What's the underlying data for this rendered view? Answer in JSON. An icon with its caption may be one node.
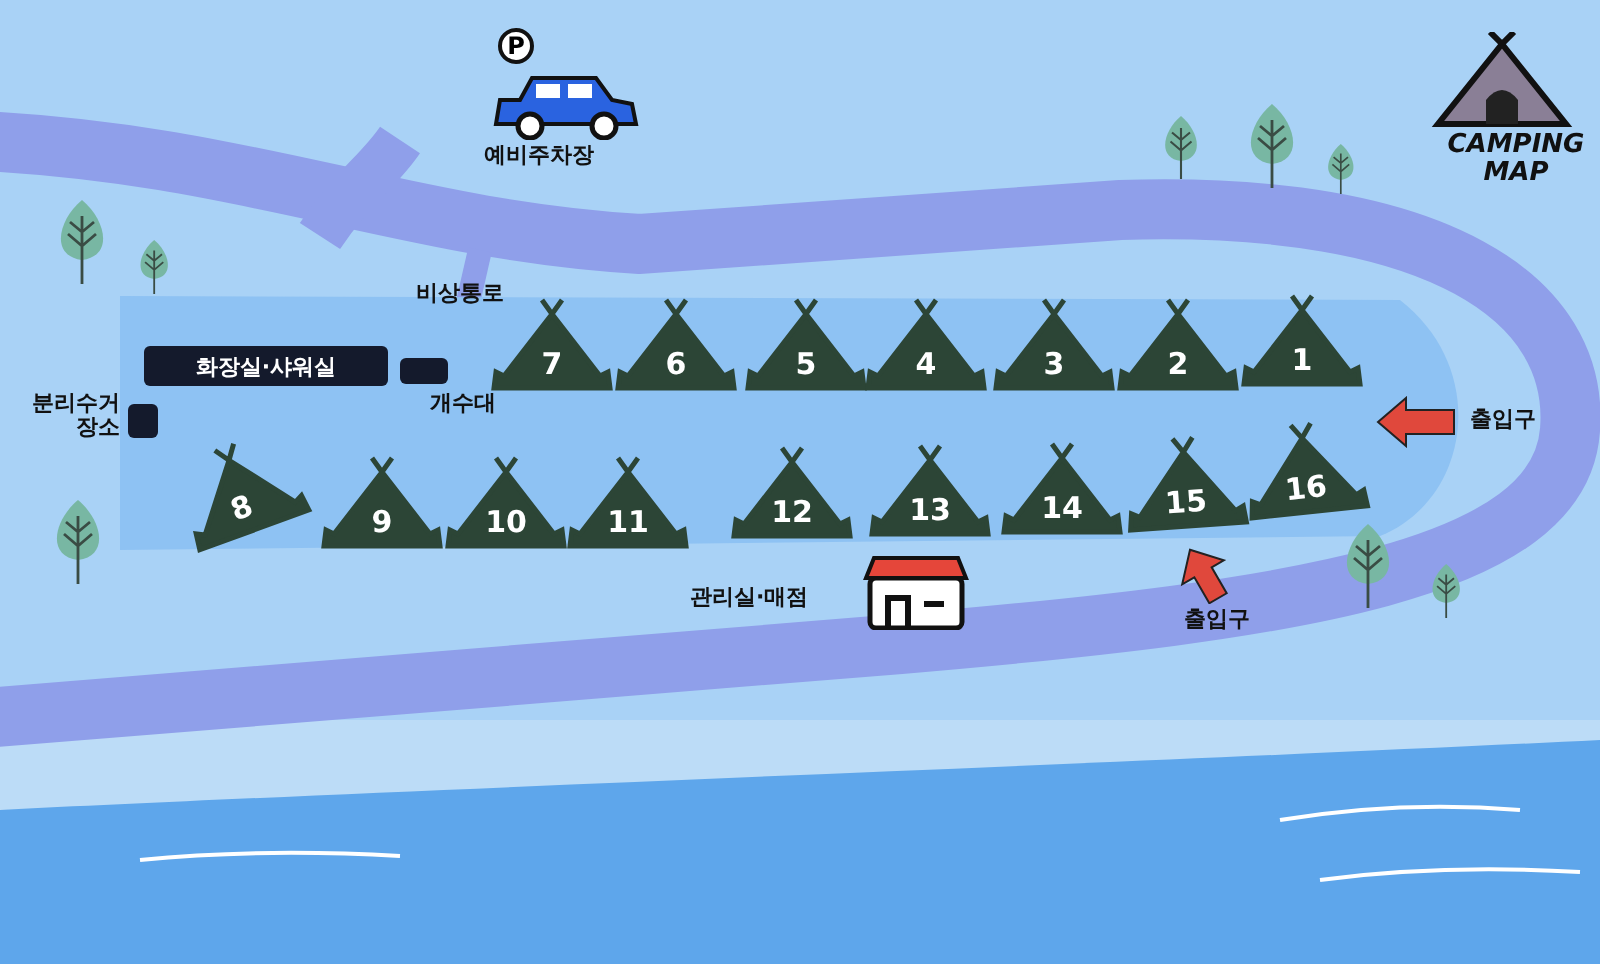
{
  "diagram": {
    "title": "CAMPING MAP",
    "nodes": [
      {
        "text": [
          "화장실·샤워실"
        ]
      },
      {
        "text": [],
        "shape": "box",
        "beside": [
          "개수대"
        ]
      },
      {
        "text": [
          "7"
        ]
      },
      {
        "text": [
          "6"
        ]
      },
      {
        "text": [
          "5"
        ]
      },
      {
        "text": [
          "4"
        ]
      },
      {
        "text": [
          "3"
        ]
      },
      {
        "text": [
          "2"
        ]
      },
      {
        "text": [
          "1"
        ]
      },
      {
        "text": [],
        "shape": "box",
        "beside": [
          "분리수거 장소"
        ]
      },
      {
        "text": [
          "8"
        ]
      },
      {
        "text": [
          "9"
        ]
      },
      {
        "text": [
          "10"
        ]
      },
      {
        "text": [
          "11"
        ]
      },
      {
        "text": [
          "12"
        ]
      },
      {
        "text": [
          "13"
        ]
      },
      {
        "text": [
          "14"
        ]
      },
      {
        "text": [
          "15"
        ]
      },
      {
        "text": [
          "16"
        ]
      }
    ],
    "labels": [
      "P",
      "예비주차장",
      "비상통로",
      "출입구",
      "관리실·매점",
      "출입구"
    ]
  }
}
